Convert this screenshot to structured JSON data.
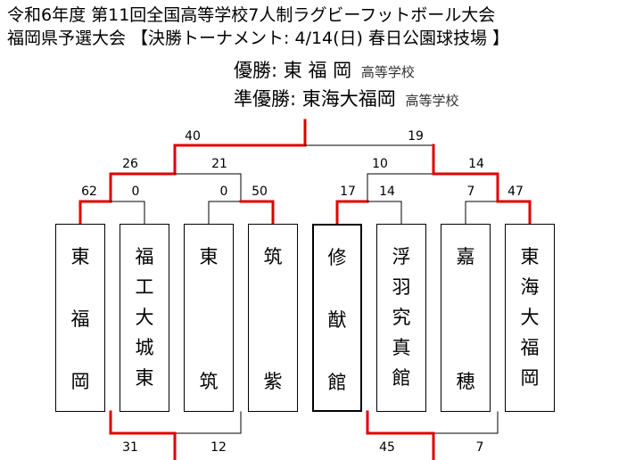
{
  "title": {
    "line1": "令和6年度 第11回全国高等学校7人制ラグビーフットボール大会",
    "line2": "福岡県予選大会 【決勝トーナメント: 4/14(日) 春日公園球技場 】"
  },
  "results": {
    "winner_label": "優勝:",
    "winner_name": "東 福 岡",
    "winner_suffix": "高等学校",
    "runnerup_label": "準優勝:",
    "runnerup_name": "東海大福岡",
    "runnerup_suffix": "高等学校"
  },
  "teams": [
    {
      "name": "東福岡",
      "chars": [
        "東",
        "福",
        "岡"
      ]
    },
    {
      "name": "福工大城東",
      "chars": [
        "福",
        "工",
        "大",
        "城",
        "東"
      ]
    },
    {
      "name": "東筑",
      "chars": [
        "東",
        "筑"
      ]
    },
    {
      "name": "筑紫",
      "chars": [
        "筑",
        "紫"
      ]
    },
    {
      "name": "修猷館",
      "chars": [
        "修",
        "猷",
        "館"
      ]
    },
    {
      "name": "浮羽究真館",
      "chars": [
        "浮",
        "羽",
        "究",
        "真",
        "館"
      ]
    },
    {
      "name": "嘉穂",
      "chars": [
        "嘉",
        "穂"
      ]
    },
    {
      "name": "東海大福岡",
      "chars": [
        "東",
        "海",
        "大",
        "福",
        "岡"
      ]
    }
  ],
  "scores": {
    "final": [
      "40",
      "19"
    ],
    "semi_left": [
      "26",
      "21"
    ],
    "semi_right": [
      "10",
      "14"
    ],
    "qf": [
      "62",
      "0",
      "0",
      "50",
      "17",
      "14",
      "7",
      "47"
    ],
    "consolation_left": [
      "31",
      "12"
    ],
    "consolation_right": [
      "45",
      "7"
    ]
  },
  "colors": {
    "winner_line": "#e00000",
    "loser_line": "#000000"
  }
}
